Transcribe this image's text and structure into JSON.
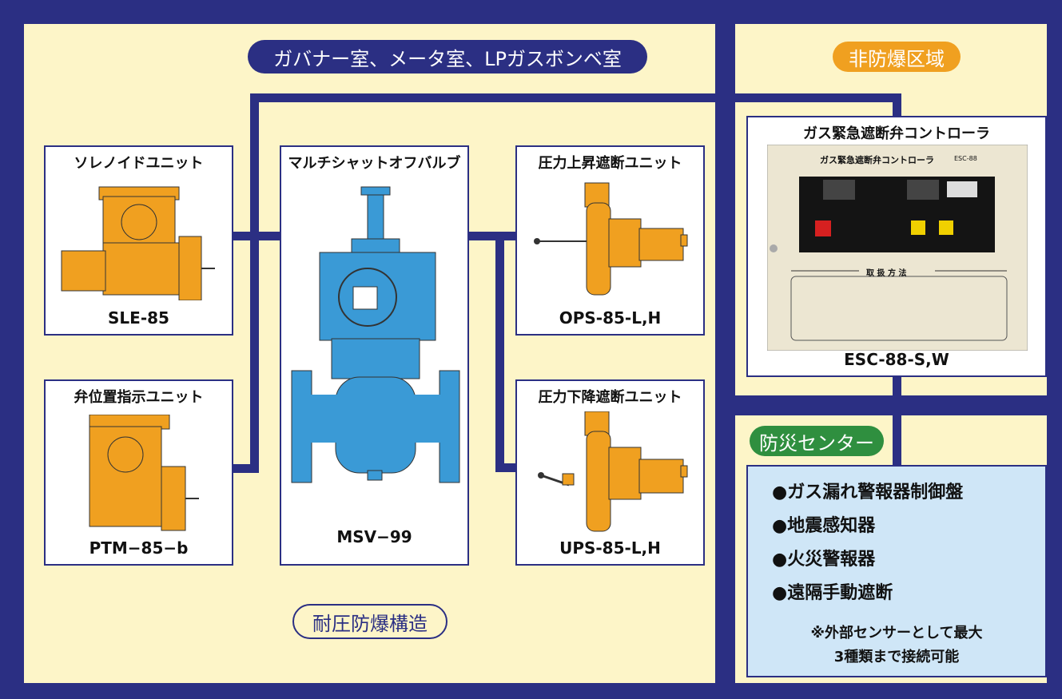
{
  "labels": {
    "top_area": "ガバナー室、メータ室、LPガスボンベ室",
    "non_explosion": "非防爆区域",
    "disaster_center": "防災センター",
    "pressure_proof": "耐圧防爆構造"
  },
  "units": {
    "solenoid": {
      "title": "ソレノイドユニット",
      "model": "SLE-85"
    },
    "position": {
      "title": "弁位置指示ユニット",
      "model": "PTM−85−b"
    },
    "valve": {
      "title": "マルチシャットオフバルブ",
      "model": "MSV−99"
    },
    "ops": {
      "title": "圧力上昇遮断ユニット",
      "model": "OPS-85-L,H"
    },
    "ups": {
      "title": "圧力下降遮断ユニット",
      "model": "UPS-85-L,H"
    },
    "controller": {
      "title": "ガス緊急遮断弁コントローラ",
      "model": "ESC-88-S,W"
    }
  },
  "panel": {
    "title": "ガス緊急遮断弁コントローラ",
    "code": "ESC-88",
    "instructions_heading": "取 扱 方 法"
  },
  "sensors": {
    "items": [
      "●ガス漏れ警報器制御盤",
      "●地震感知器",
      "●火災警報器",
      "●遠隔手動遮断"
    ],
    "note_line1": "※外部センサーとして最大",
    "note_line2": "3種類まで接続可能"
  },
  "colors": {
    "navy": "#2b2f83",
    "cream": "#fdf5c8",
    "orange": "#f0a020",
    "valve_blue": "#3a9ad6",
    "green": "#2f8f3f",
    "light_blue": "#cfe6f7"
  }
}
